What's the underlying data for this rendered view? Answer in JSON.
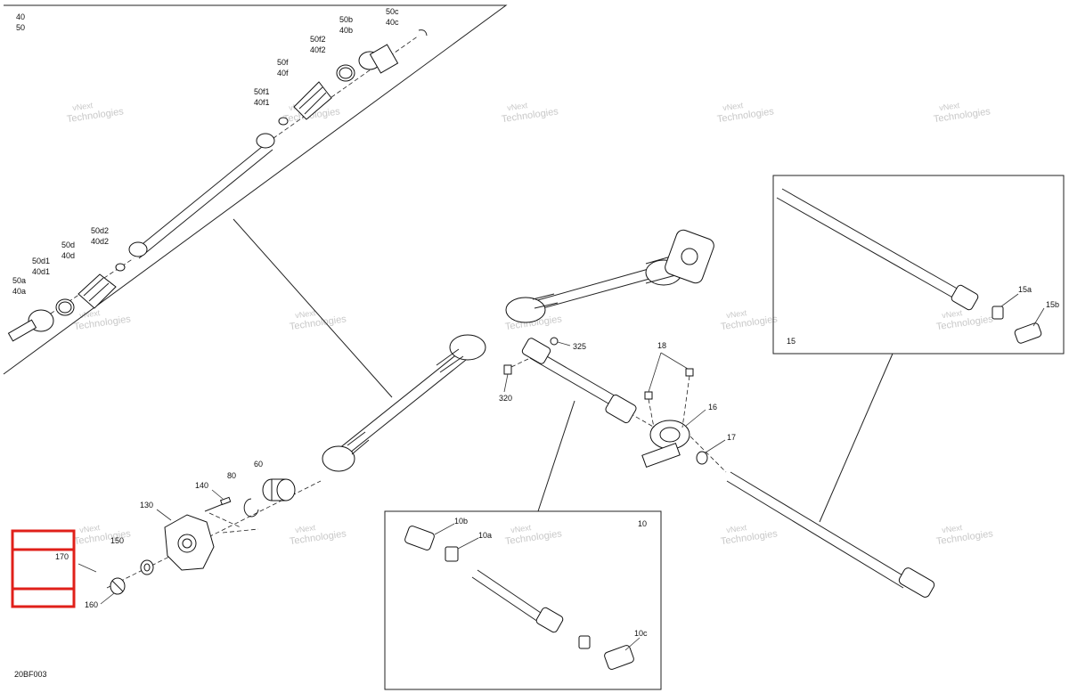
{
  "diagram_code": "20BF003",
  "watermark": {
    "line1": "vNext",
    "line2": "Technologies"
  },
  "highlight": {
    "label": "170",
    "color": "#e0201a"
  },
  "callouts": {
    "c40": "40",
    "c50": "50",
    "c50b": "50b",
    "c40b": "40b",
    "c50c": "50c",
    "c40c": "40c",
    "c50f2": "50f2",
    "c40f2": "40f2",
    "c50f": "50f",
    "c40f": "40f",
    "c50f1": "50f1",
    "c40f1": "40f1",
    "c50d2": "50d2",
    "c40d2": "40d2",
    "c50d": "50d",
    "c40d": "40d",
    "c50d1": "50d1",
    "c40d1": "40d1",
    "c50a": "50a",
    "c40a": "40a",
    "c15": "15",
    "c15a": "15a",
    "c15b": "15b",
    "c325": "325",
    "c320": "320",
    "c18": "18",
    "c16": "16",
    "c17": "17",
    "c140": "140",
    "c130": "130",
    "c150": "150",
    "c80": "80",
    "c60": "60",
    "c160": "160",
    "c10": "10",
    "c10a": "10a",
    "c10b": "10b",
    "c10c": "10c"
  }
}
